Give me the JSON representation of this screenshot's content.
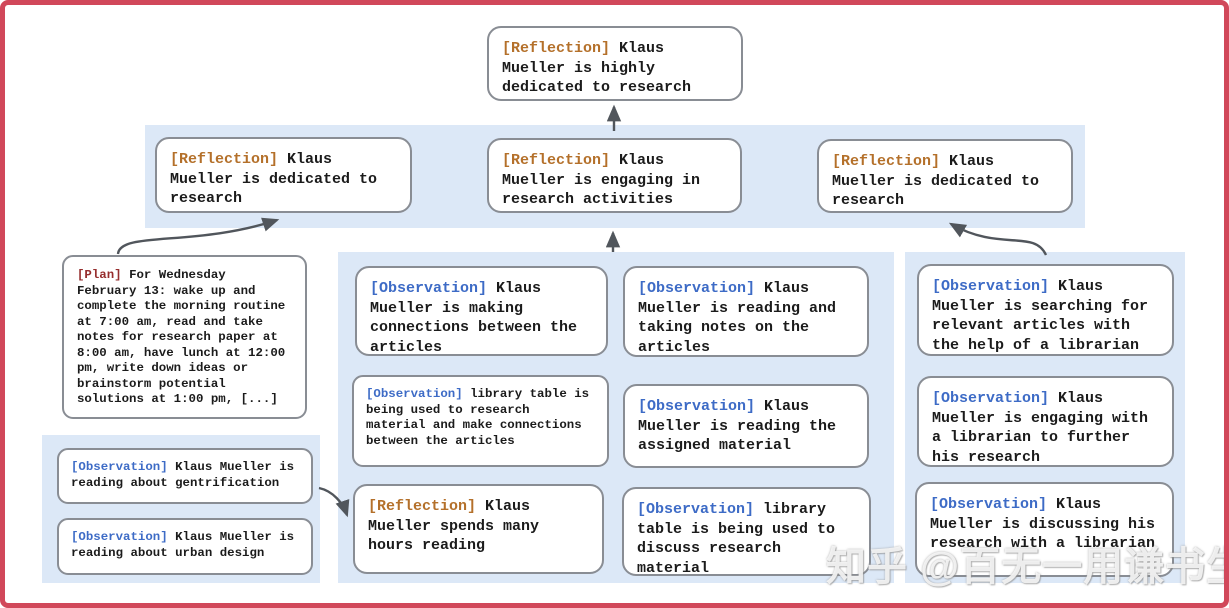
{
  "frame": {
    "border_color": "#d1485a",
    "background": "#ffffff"
  },
  "colors": {
    "panel_bg": "#dce8f7",
    "box_border": "#898d94",
    "reflection_tag": "#b4702a",
    "observation_tag": "#3d6bc6",
    "plan_tag": "#962e2e",
    "arrow": "#51565c",
    "text": "#1b1b1b"
  },
  "nodes": {
    "top": {
      "tag": "[Reflection]",
      "text": "Klaus Mueller is highly dedicated to research"
    },
    "row2": [
      {
        "tag": "[Reflection]",
        "text": "Klaus Mueller is dedicated to research"
      },
      {
        "tag": "[Reflection]",
        "text": "Klaus Mueller is engaging in research activities"
      },
      {
        "tag": "[Reflection]",
        "text": "Klaus Mueller is dedicated to research"
      }
    ],
    "plan": {
      "tag": "[Plan]",
      "text": "For Wednesday February 13: wake up and complete the morning routine at 7:00 am, read and take notes for research paper at 8:00 am, have lunch at 12:00 pm, write down ideas or brainstorm potential solutions at 1:00 pm, [...]"
    },
    "left_observations": [
      {
        "tag": "[Observation]",
        "text": "Klaus Mueller is reading about gentrification"
      },
      {
        "tag": "[Observation]",
        "text": "Klaus Mueller is reading about urban design"
      }
    ],
    "middle_col1": [
      {
        "tag": "[Observation]",
        "text": "Klaus Mueller is making connections between the articles"
      },
      {
        "tag": "[Observation]",
        "text": "library table is being used to research material and make connections between the articles"
      },
      {
        "tag": "[Reflection]",
        "text": "Klaus Mueller spends many hours reading"
      }
    ],
    "middle_col2": [
      {
        "tag": "[Observation]",
        "text": "Klaus Mueller is reading and taking notes on the articles"
      },
      {
        "tag": "[Observation]",
        "text": "Klaus Mueller is reading the assigned material"
      },
      {
        "tag": "[Observation]",
        "text": "library table is being used to discuss research material"
      }
    ],
    "right_observations": [
      {
        "tag": "[Observation]",
        "text": "Klaus Mueller is searching for relevant articles with the help of a librarian"
      },
      {
        "tag": "[Observation]",
        "text": "Klaus Mueller is engaging with a librarian to further his research"
      },
      {
        "tag": "[Observation]",
        "text": "Klaus Mueller is discussing his research with a librarian"
      }
    ]
  },
  "watermark": {
    "text": "知乎 @百无一用谦书生"
  }
}
